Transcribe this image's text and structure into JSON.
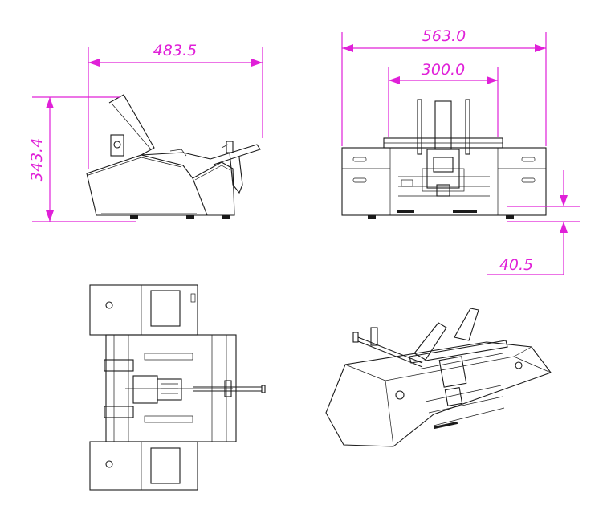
{
  "colors": {
    "dimension": "#e020d8",
    "linework": "#1a1a1a",
    "background": "#ffffff"
  },
  "dimensions": {
    "side_width": "483.5",
    "side_height": "343.4",
    "front_width": "563.0",
    "inner_width": "300.0",
    "foot_height": "40.5"
  }
}
